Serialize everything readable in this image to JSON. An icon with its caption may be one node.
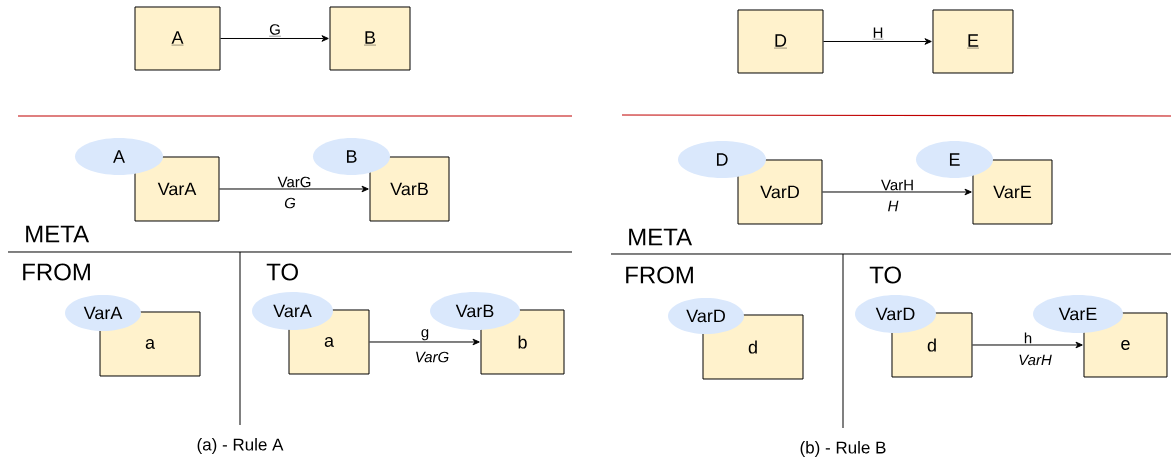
{
  "diagram": {
    "nodes": [
      {
        "text": [
          "A"
        ]
      },
      {
        "text": [
          "B"
        ]
      },
      {
        "text": [
          "A"
        ]
      },
      {
        "text": [
          "VarA"
        ]
      },
      {
        "text": [
          "B"
        ]
      },
      {
        "text": [
          "VarB"
        ]
      },
      {
        "text": [
          "VarA"
        ]
      },
      {
        "text": [
          "a"
        ]
      },
      {
        "text": [
          "VarA"
        ]
      },
      {
        "text": [
          "a"
        ]
      },
      {
        "text": [
          "VarB"
        ]
      },
      {
        "text": [
          "b"
        ]
      },
      {
        "text": [
          "D"
        ]
      },
      {
        "text": [
          "E"
        ]
      },
      {
        "text": [
          "D"
        ]
      },
      {
        "text": [
          "VarD"
        ]
      },
      {
        "text": [
          "E"
        ]
      },
      {
        "text": [
          "VarE"
        ]
      },
      {
        "text": [
          "VarD"
        ]
      },
      {
        "text": [
          "d"
        ]
      },
      {
        "text": [
          "VarD"
        ]
      },
      {
        "text": [
          "d"
        ]
      },
      {
        "text": [
          "VarE"
        ]
      },
      {
        "text": [
          "e"
        ]
      }
    ],
    "edges": [
      {
        "from": 0,
        "to": 1,
        "arrow": "to",
        "label": "G"
      },
      {
        "from": 3,
        "to": 5,
        "arrow": "to",
        "label": "VarG"
      },
      {
        "from": 9,
        "to": 11,
        "arrow": "to",
        "label": "g"
      },
      {
        "from": 12,
        "to": 13,
        "arrow": "to",
        "label": "H"
      },
      {
        "from": 15,
        "to": 17,
        "arrow": "to",
        "label": "VarH"
      },
      {
        "from": 21,
        "to": 23,
        "arrow": "to",
        "label": "h"
      }
    ],
    "labels": [
      "G",
      "META",
      "FROM",
      "TO",
      "VarG",
      "(a) - Rule A",
      "H",
      "META",
      "FROM",
      "TO",
      "VarH",
      "(b) - Rule B"
    ]
  }
}
